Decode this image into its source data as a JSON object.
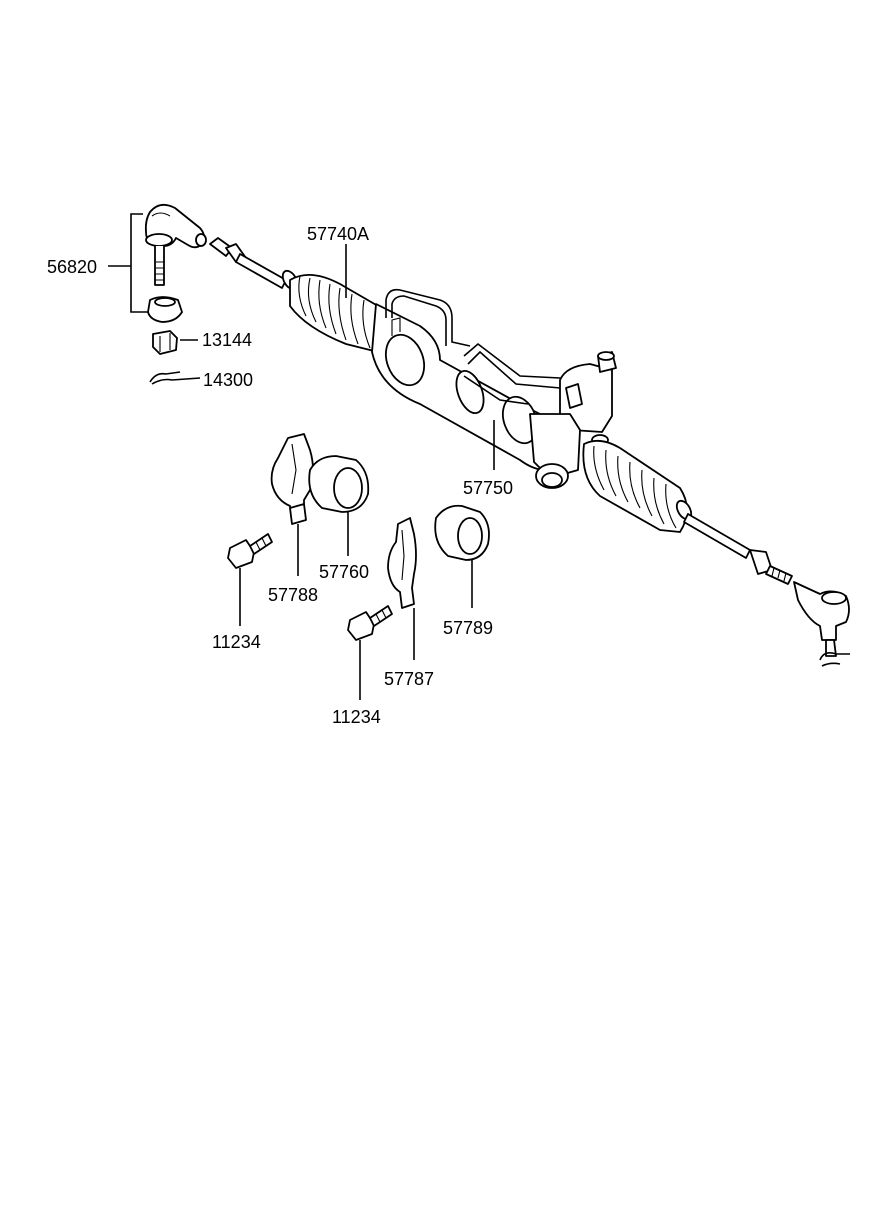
{
  "callouts": {
    "tie_rod_end": "56820",
    "nut": "13144",
    "cotter_pin": "14300",
    "gear_assy": "57740A",
    "gear_box": "57750",
    "bushing": "57760",
    "bracket_left": "57788",
    "bracket_right": "57787",
    "bushing_right": "57789",
    "bolt_left": "11234",
    "bolt_right": "11234"
  }
}
